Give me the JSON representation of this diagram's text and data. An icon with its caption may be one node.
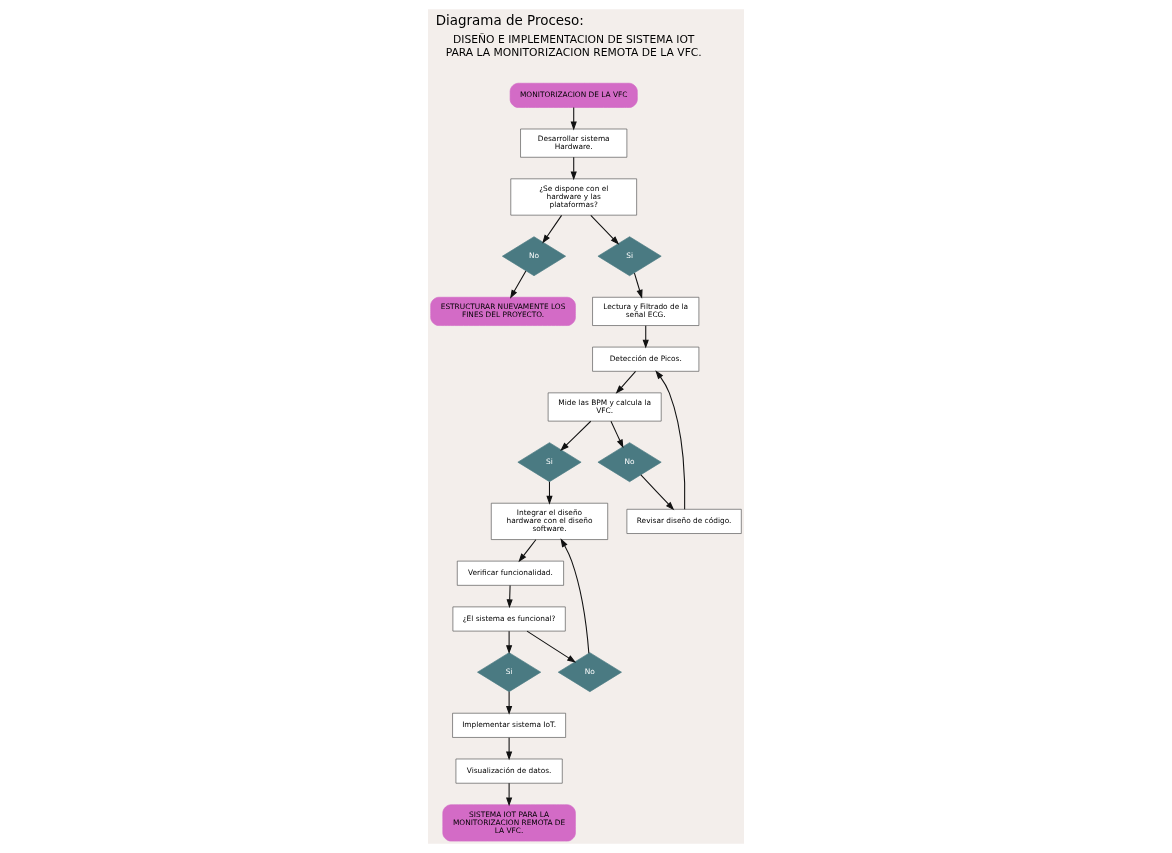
{
  "diagram": {
    "title": "Diagrama de Proceso:",
    "nodes": [
      {
        "text": [
          "MONITORIZACION DE LA VFC"
        ]
      },
      {
        "text": [
          "Desarrollar sistema Hardware."
        ]
      },
      {
        "text": [
          "¿Se dispone con el hardware y las plataformas?"
        ]
      },
      {
        "text": [
          "No"
        ]
      },
      {
        "text": [
          "Si"
        ]
      },
      {
        "text": [
          "ESTRUCTURAR NUEVAMENTE LOS FINES DEL PROYECTO."
        ]
      },
      {
        "text": [
          "Lectura y Filtrado de la señal ECG."
        ]
      },
      {
        "text": [
          "Detección de Picos."
        ]
      },
      {
        "text": [
          "Mide las BPM y calcula la VFC."
        ]
      },
      {
        "text": [
          "No"
        ]
      },
      {
        "text": [
          "Si"
        ]
      },
      {
        "text": [
          "Revisar diseño de código."
        ]
      },
      {
        "text": [
          "Integrar el diseño hardware con el diseño software."
        ]
      },
      {
        "text": [
          "Verificar funcionalidad."
        ]
      },
      {
        "text": [
          "¿El sistema es funcional?"
        ]
      },
      {
        "text": [
          "No"
        ]
      },
      {
        "text": [
          "Si"
        ]
      },
      {
        "text": [
          "Implementar sistema IoT."
        ]
      },
      {
        "text": [
          "Visualización de datos."
        ]
      },
      {
        "text": [
          "SISTEMA IOT PARA LA MONITORIZACION REMOTA DE LA VFC."
        ]
      }
    ],
    "edges": [
      {
        "from": 0,
        "to": 1,
        "arrow": "to"
      },
      {
        "from": 1,
        "to": 2,
        "arrow": "to"
      },
      {
        "from": 2,
        "to": 3,
        "arrow": "to"
      },
      {
        "from": 2,
        "to": 4,
        "arrow": "to"
      },
      {
        "from": 3,
        "to": 5,
        "arrow": "to"
      },
      {
        "from": 4,
        "to": 6,
        "arrow": "to"
      },
      {
        "from": 6,
        "to": 7,
        "arrow": "to"
      },
      {
        "from": 7,
        "to": 8,
        "arrow": "to"
      },
      {
        "from": 8,
        "to": 9,
        "arrow": "to"
      },
      {
        "from": 8,
        "to": 10,
        "arrow": "to"
      },
      {
        "from": 9,
        "to": 11,
        "arrow": "to"
      },
      {
        "from": 11,
        "to": 7,
        "arrow": "to"
      },
      {
        "from": 10,
        "to": 12,
        "arrow": "to"
      },
      {
        "from": 12,
        "to": 13,
        "arrow": "to"
      },
      {
        "from": 13,
        "to": 14,
        "arrow": "to"
      },
      {
        "from": 14,
        "to": 15,
        "arrow": "to"
      },
      {
        "from": 14,
        "to": 16,
        "arrow": "to"
      },
      {
        "from": 15,
        "to": 12,
        "arrow": "to"
      },
      {
        "from": 16,
        "to": 17,
        "arrow": "to"
      },
      {
        "from": 17,
        "to": 18,
        "arrow": "to"
      },
      {
        "from": 18,
        "to": 19,
        "arrow": "to"
      }
    ],
    "labels": [
      "DISEÑO E IMPLEMENTACION DE SISTEMA IOT PARA LA MONITORIZACION REMOTA DE LA VFC."
    ]
  }
}
